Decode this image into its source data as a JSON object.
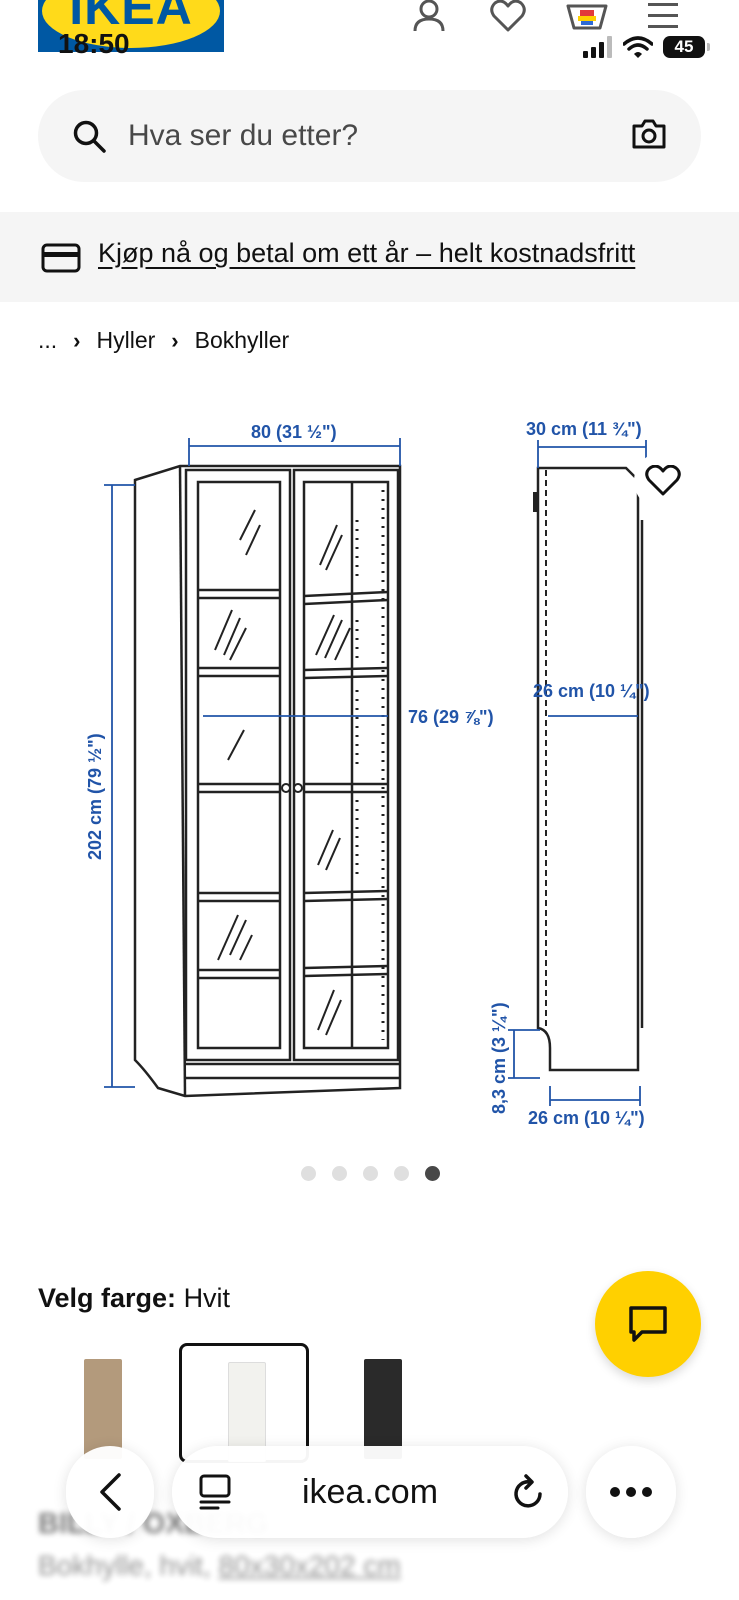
{
  "status": {
    "time": "18:50",
    "battery": "45"
  },
  "header": {
    "logo_text": "IKEA"
  },
  "search": {
    "placeholder": "Hva ser du etter?"
  },
  "promo": {
    "link_text": "Kjøp nå og betal om ett år – helt kostnadsfritt"
  },
  "breadcrumb": {
    "ellipsis": "...",
    "items": [
      "Hyller",
      "Bokhyller"
    ]
  },
  "dimensions": {
    "width": "80 (31 ½\")",
    "inner_width": "76 (29 ⅞\")",
    "height": "202 cm (79 ½\")",
    "depth_top": "30 cm (11 ¾\")",
    "depth_mid": "26 cm (10 ¼\")",
    "plinth": "8,3 cm (3 ¼\")",
    "depth_bottom": "26 cm (10 ¼\")"
  },
  "carousel": {
    "count": 5,
    "active_index": 4
  },
  "color": {
    "label": "Velg farge:",
    "value": "Hvit",
    "swatch_colors": [
      "#b39a7c",
      "#f2f2ee",
      "#2a2a2a"
    ],
    "selected_index": 1
  },
  "product": {
    "name": "BILLY / OXBERG",
    "desc_prefix": "Bokhylle, hvit,",
    "desc_dims": "80x30x202 cm"
  },
  "browser": {
    "url": "ikea.com"
  },
  "colors": {
    "dimension_blue": "#2154a8",
    "chat_yellow": "#ffd000",
    "ikea_blue": "#0058a3",
    "ikea_yellow": "#ffda1a"
  }
}
